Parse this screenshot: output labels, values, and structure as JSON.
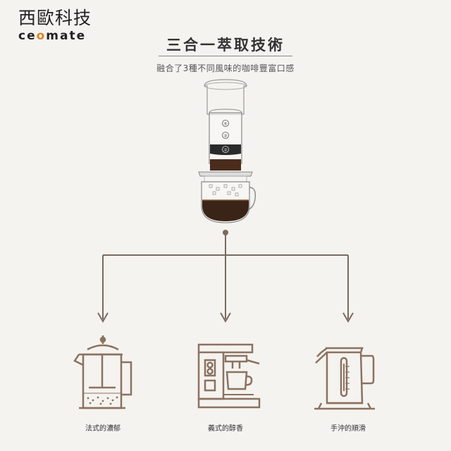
{
  "brand": {
    "name_cn": "西歐科技",
    "name_en_1": "ce",
    "name_en_accent": "o",
    "name_en_2": "mate"
  },
  "header": {
    "title": "三合一萃取技術",
    "subtitle": "融合了3種不同風味的咖啡豐富口感"
  },
  "device_labels": [
    "④",
    "③",
    "②"
  ],
  "methods": [
    {
      "label": "法式的濃郁",
      "icon": "french-press-icon"
    },
    {
      "label": "義式的醇香",
      "icon": "espresso-machine-icon"
    },
    {
      "label": "手沖的順滑",
      "icon": "pour-over-kettle-icon"
    }
  ],
  "colors": {
    "background": "#f5f3ef",
    "line": "#7a6a5e",
    "icon": "#8b7260",
    "coffee": "#3a2418",
    "accent": "#d6862a"
  }
}
